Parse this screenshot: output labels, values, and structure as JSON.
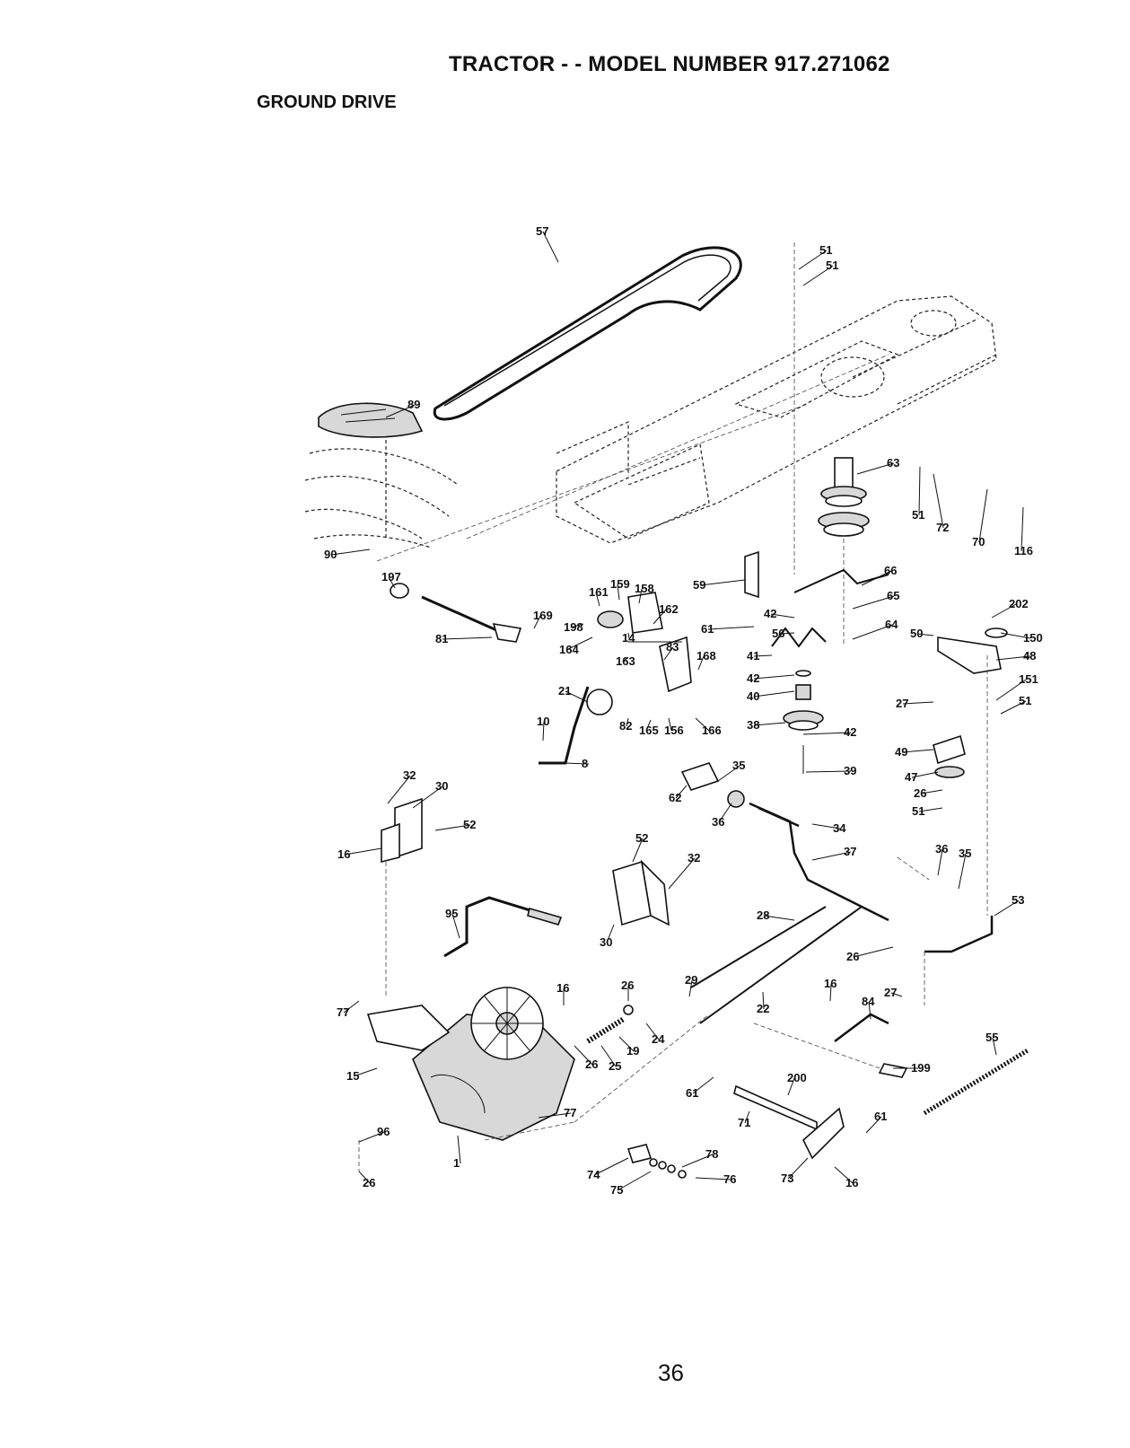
{
  "header": {
    "title": "TRACTOR - - MODEL NUMBER 917.271062",
    "section": "GROUND DRIVE"
  },
  "page_number": "36",
  "callouts": [
    {
      "id": "57",
      "label": "57"
    },
    {
      "id": "51a",
      "label": "51"
    },
    {
      "id": "51b",
      "label": "51"
    },
    {
      "id": "89",
      "label": "89"
    },
    {
      "id": "90",
      "label": "90"
    },
    {
      "id": "63",
      "label": "63"
    },
    {
      "id": "51c",
      "label": "51"
    },
    {
      "id": "72",
      "label": "72"
    },
    {
      "id": "70",
      "label": "70"
    },
    {
      "id": "116",
      "label": "116"
    },
    {
      "id": "197",
      "label": "197"
    },
    {
      "id": "161",
      "label": "161"
    },
    {
      "id": "159",
      "label": "159"
    },
    {
      "id": "158",
      "label": "158"
    },
    {
      "id": "59",
      "label": "59"
    },
    {
      "id": "66",
      "label": "66"
    },
    {
      "id": "65",
      "label": "65"
    },
    {
      "id": "202",
      "label": "202"
    },
    {
      "id": "169",
      "label": "169"
    },
    {
      "id": "162",
      "label": "162"
    },
    {
      "id": "198",
      "label": "198"
    },
    {
      "id": "61a",
      "label": "61"
    },
    {
      "id": "42a",
      "label": "42"
    },
    {
      "id": "56",
      "label": "56"
    },
    {
      "id": "64",
      "label": "64"
    },
    {
      "id": "50",
      "label": "50"
    },
    {
      "id": "150",
      "label": "150"
    },
    {
      "id": "81",
      "label": "81"
    },
    {
      "id": "164",
      "label": "164"
    },
    {
      "id": "14",
      "label": "14"
    },
    {
      "id": "83",
      "label": "83"
    },
    {
      "id": "41",
      "label": "41"
    },
    {
      "id": "48",
      "label": "48"
    },
    {
      "id": "163",
      "label": "163"
    },
    {
      "id": "168",
      "label": "168"
    },
    {
      "id": "42b",
      "label": "42"
    },
    {
      "id": "21",
      "label": "21"
    },
    {
      "id": "40",
      "label": "40"
    },
    {
      "id": "151",
      "label": "151"
    },
    {
      "id": "27a",
      "label": "27"
    },
    {
      "id": "51d",
      "label": "51"
    },
    {
      "id": "10",
      "label": "10"
    },
    {
      "id": "82",
      "label": "82"
    },
    {
      "id": "165",
      "label": "165"
    },
    {
      "id": "156",
      "label": "156"
    },
    {
      "id": "166",
      "label": "166"
    },
    {
      "id": "38",
      "label": "38"
    },
    {
      "id": "42c",
      "label": "42"
    },
    {
      "id": "49",
      "label": "49"
    },
    {
      "id": "8",
      "label": "8"
    },
    {
      "id": "35a",
      "label": "35"
    },
    {
      "id": "39",
      "label": "39"
    },
    {
      "id": "47",
      "label": "47"
    },
    {
      "id": "62",
      "label": "62"
    },
    {
      "id": "26a",
      "label": "26"
    },
    {
      "id": "51e",
      "label": "51"
    },
    {
      "id": "32a",
      "label": "32"
    },
    {
      "id": "30a",
      "label": "30"
    },
    {
      "id": "36a",
      "label": "36"
    },
    {
      "id": "34",
      "label": "34"
    },
    {
      "id": "52a",
      "label": "52"
    },
    {
      "id": "16a",
      "label": "16"
    },
    {
      "id": "52b",
      "label": "52"
    },
    {
      "id": "37",
      "label": "37"
    },
    {
      "id": "32b",
      "label": "32"
    },
    {
      "id": "36b",
      "label": "36"
    },
    {
      "id": "35b",
      "label": "35"
    },
    {
      "id": "53",
      "label": "53"
    },
    {
      "id": "95",
      "label": "95"
    },
    {
      "id": "28",
      "label": "28"
    },
    {
      "id": "30b",
      "label": "30"
    },
    {
      "id": "26b",
      "label": "26"
    },
    {
      "id": "29",
      "label": "29"
    },
    {
      "id": "16b",
      "label": "16"
    },
    {
      "id": "26c",
      "label": "26"
    },
    {
      "id": "16c",
      "label": "16"
    },
    {
      "id": "84",
      "label": "84"
    },
    {
      "id": "27b",
      "label": "27"
    },
    {
      "id": "77a",
      "label": "77"
    },
    {
      "id": "22",
      "label": "22"
    },
    {
      "id": "24",
      "label": "24"
    },
    {
      "id": "19",
      "label": "19"
    },
    {
      "id": "26d",
      "label": "26"
    },
    {
      "id": "25",
      "label": "25"
    },
    {
      "id": "55",
      "label": "55"
    },
    {
      "id": "15",
      "label": "15"
    },
    {
      "id": "199",
      "label": "199"
    },
    {
      "id": "200",
      "label": "200"
    },
    {
      "id": "61b",
      "label": "61"
    },
    {
      "id": "77b",
      "label": "77"
    },
    {
      "id": "71",
      "label": "71"
    },
    {
      "id": "61c",
      "label": "61"
    },
    {
      "id": "96",
      "label": "96"
    },
    {
      "id": "78",
      "label": "78"
    },
    {
      "id": "1",
      "label": "1"
    },
    {
      "id": "74",
      "label": "74"
    },
    {
      "id": "26e",
      "label": "26"
    },
    {
      "id": "75",
      "label": "75"
    },
    {
      "id": "76",
      "label": "76"
    },
    {
      "id": "73",
      "label": "73"
    },
    {
      "id": "16d",
      "label": "16"
    }
  ]
}
